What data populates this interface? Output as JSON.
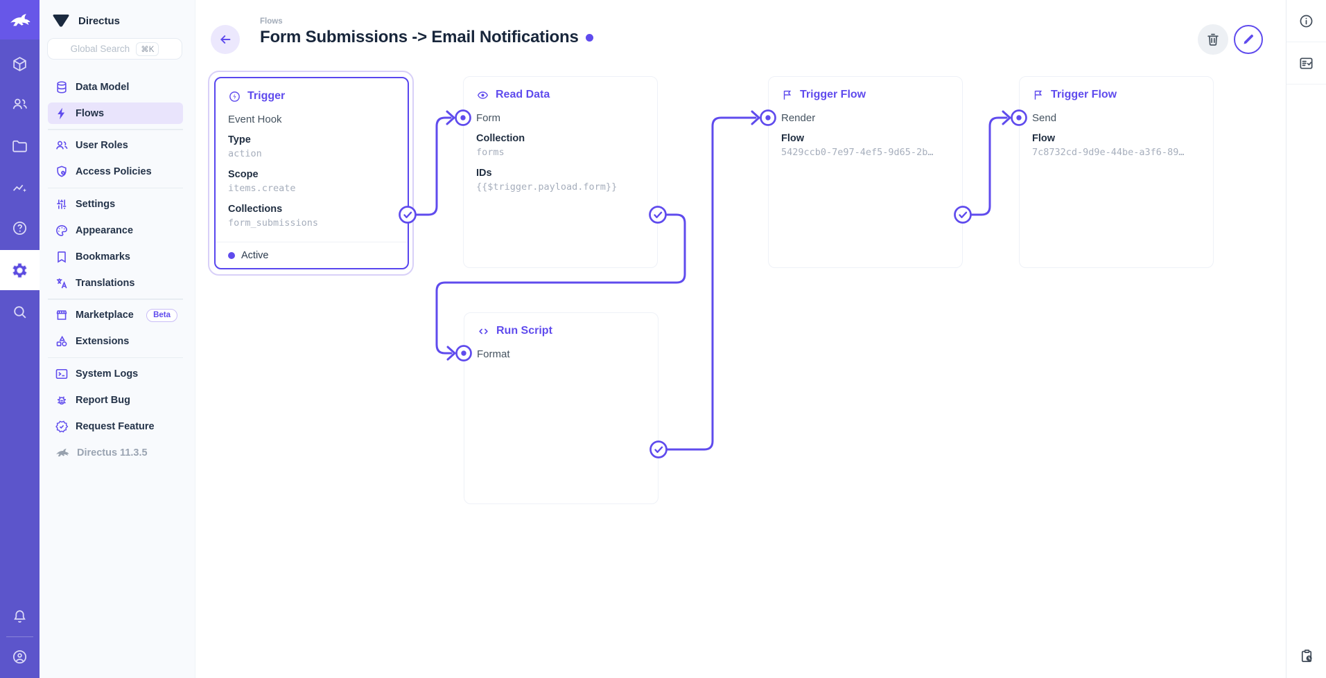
{
  "colors": {
    "accent": "#5F4BED",
    "module_bar": "#5C55CB",
    "logo_tile": "#6757E8"
  },
  "project": {
    "name": "Directus",
    "version": "Directus 11.3.5"
  },
  "search": {
    "placeholder": "Global Search",
    "shortcut": "⌘K"
  },
  "module_bar": {
    "items": [
      "content",
      "users",
      "files",
      "insights",
      "docs",
      "settings",
      "search"
    ],
    "active": "settings",
    "bottom": [
      "notifications",
      "account"
    ]
  },
  "nav": {
    "groups": [
      {
        "items": [
          {
            "label": "Data Model",
            "icon": "database-icon"
          },
          {
            "label": "Flows",
            "icon": "bolt-icon",
            "active": true
          }
        ]
      },
      {
        "items": [
          {
            "label": "User Roles",
            "icon": "users-icon"
          },
          {
            "label": "Access Policies",
            "icon": "shield-lock-icon"
          }
        ]
      },
      {
        "items": [
          {
            "label": "Settings",
            "icon": "tune-icon"
          },
          {
            "label": "Appearance",
            "icon": "palette-icon"
          },
          {
            "label": "Bookmarks",
            "icon": "bookmark-icon"
          },
          {
            "label": "Translations",
            "icon": "translate-icon"
          }
        ]
      },
      {
        "items": [
          {
            "label": "Marketplace",
            "icon": "storefront-icon",
            "badge": "Beta"
          },
          {
            "label": "Extensions",
            "icon": "shapes-icon"
          }
        ]
      },
      {
        "items": [
          {
            "label": "System Logs",
            "icon": "terminal-icon"
          },
          {
            "label": "Report Bug",
            "icon": "bug-icon"
          },
          {
            "label": "Request Feature",
            "icon": "badge-check-icon"
          }
        ]
      }
    ]
  },
  "header": {
    "breadcrumb": "Flows",
    "title": "Form Submissions -> Email Notifications"
  },
  "flow": {
    "trigger": {
      "type": "Trigger",
      "name": "Event Hook",
      "fields": [
        {
          "label": "Type",
          "value": "action"
        },
        {
          "label": "Scope",
          "value": "items.create"
        },
        {
          "label": "Collections",
          "value": "form_submissions"
        }
      ],
      "status": "Active"
    },
    "read_data": {
      "type": "Read Data",
      "name": "Form",
      "fields": [
        {
          "label": "Collection",
          "value": "forms"
        },
        {
          "label": "IDs",
          "value": "{{$trigger.payload.form}}"
        }
      ]
    },
    "trigger_flow_1": {
      "type": "Trigger Flow",
      "name": "Render",
      "fields": [
        {
          "label": "Flow",
          "value": "5429ccb0-7e97-4ef5-9d65-2b…"
        }
      ]
    },
    "trigger_flow_2": {
      "type": "Trigger Flow",
      "name": "Send",
      "fields": [
        {
          "label": "Flow",
          "value": "7c8732cd-9d9e-44be-a3f6-89…"
        }
      ]
    },
    "run_script": {
      "type": "Run Script",
      "name": "Format"
    }
  },
  "right_rail": {
    "icons": [
      "info",
      "fact-check",
      "clipboard-clock"
    ]
  }
}
